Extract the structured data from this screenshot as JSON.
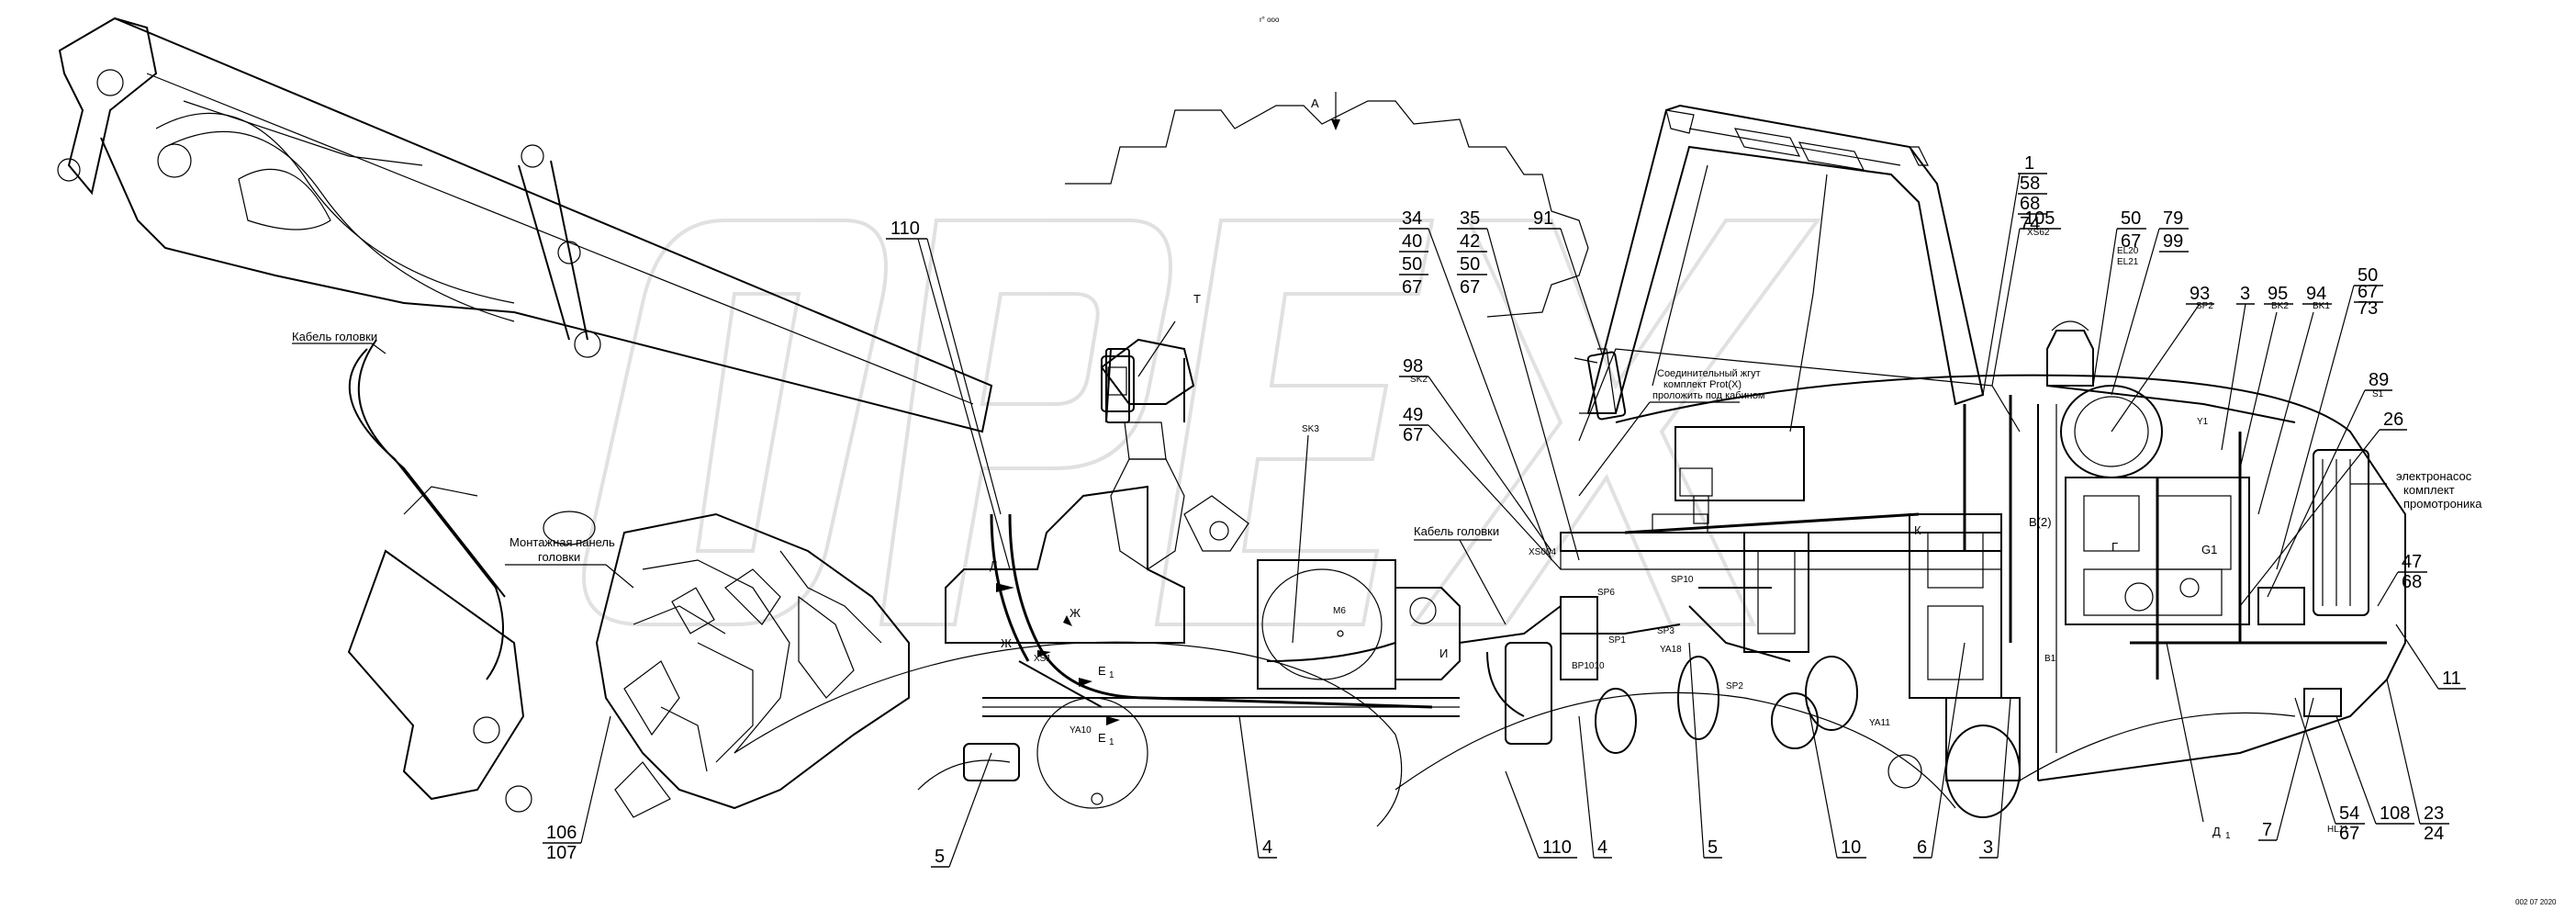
{
  "header": {
    "top_mark": "r° ooo"
  },
  "view_markers": {
    "A": "А",
    "T": "Т",
    "D_top": "Д",
    "E1_top": "Е",
    "E1_bottom": "Е",
    "Zh1": "Ж",
    "Zh2": "Ж",
    "I": "И",
    "K": "К",
    "V2": "В(2)",
    "G": "Г",
    "G1": "G1",
    "D1": "Д"
  },
  "notes": {
    "head_cable_left": "Кабель головки",
    "mount_panel_line1": "Монтажная панель",
    "mount_panel_line2": "головки",
    "head_cable_right": "Кабель головки",
    "connector_line1": "Соединительный жгут",
    "connector_line2": "комплект Prot(X)",
    "connector_line3": "проложить под кабином",
    "pump_line1": "электронасос",
    "pump_line2": "комплект",
    "pump_line3": "промотроника"
  },
  "component_codes": {
    "SK3": "SK3",
    "M6": "M6",
    "SK2": "SK2",
    "XS1": "XS1",
    "YA10": "YA10",
    "XS004": "XS004",
    "SP6": "SP6",
    "SP10": "SP10",
    "SP3": "SP3",
    "YA18": "YA18",
    "SP1": "SP1",
    "BP1010": "BP1010",
    "SP2": "SP2",
    "XS62": "XS62",
    "EL20": "EL20",
    "EL21": "EL21",
    "SP2b": "SP2",
    "BK2": "BK2",
    "BK1": "BK1",
    "S1": "S1",
    "HL11": "HL11",
    "YA11": "YA11",
    "B1": "B1",
    "Y1": "Y1"
  },
  "callouts": {
    "c110_top": "110",
    "c34": [
      "34",
      "40",
      "50",
      "67"
    ],
    "c35": [
      "35",
      "42",
      "50",
      "67"
    ],
    "c91": "91",
    "c1": [
      "1",
      "58",
      "68",
      "74"
    ],
    "c105": "105",
    "c50_67": [
      "50",
      "67"
    ],
    "c79": [
      "79",
      "99"
    ],
    "c93": "93",
    "c3_top": "3",
    "c95": "95",
    "c94": "94",
    "c50_67_73": [
      "50",
      "67",
      "73"
    ],
    "c98": "98",
    "c49": [
      "49",
      "67"
    ],
    "c89": "89",
    "c26": "26",
    "c47": [
      "47",
      "68"
    ],
    "c11": "11",
    "c106": [
      "106",
      "107"
    ],
    "c5_left": "5",
    "c4_left": "4",
    "c110_bottom": "110",
    "c4_bottom": "4",
    "c5_bottom": "5",
    "c10": "10",
    "c6": "6",
    "c3_bottom": "3",
    "c7": "7",
    "c54": [
      "54",
      "67"
    ],
    "c108": "108",
    "c23": [
      "23",
      "24"
    ]
  },
  "footer": {
    "drawing_code": "002 07 2020"
  }
}
